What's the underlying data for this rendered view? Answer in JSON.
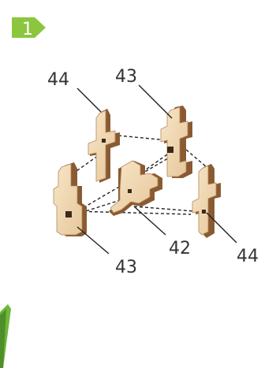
{
  "step": {
    "number": "1",
    "badge_color": "#8cc63f"
  },
  "callouts": {
    "top_left": "44",
    "top_center": "43",
    "bottom_center": "42",
    "bottom_right": "44",
    "bottom_left": "43"
  },
  "colors": {
    "wood_face": "#f3dcb8",
    "wood_edge": "#8a5a32",
    "wood_shadow": "#c9a37a",
    "line": "#222222",
    "green_panel": "#6fb83a"
  }
}
